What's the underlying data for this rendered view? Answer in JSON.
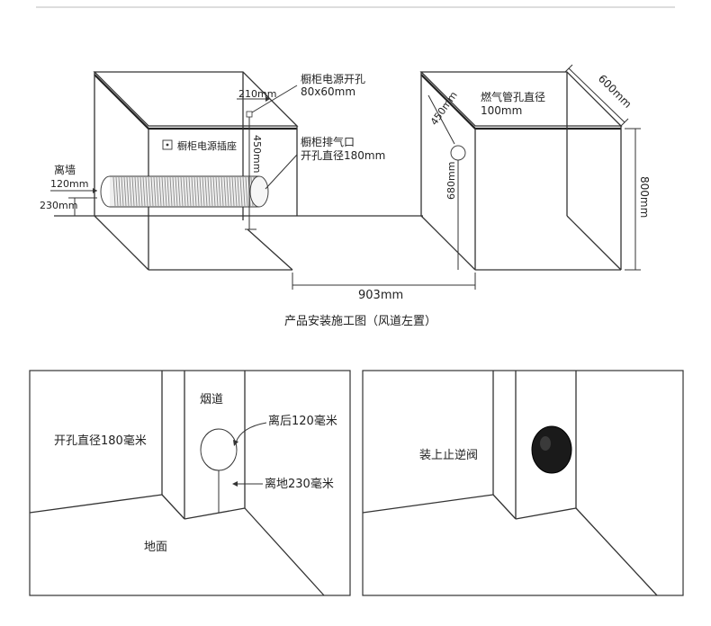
{
  "top": {
    "cabinet_power_hole": "橱柜电源开孔",
    "cabinet_power_hole_size": "80x60mm",
    "dim_210": "210mm",
    "dim_450_vertical": "450mm",
    "cabinet_exhaust": "橱柜排气口",
    "exhaust_hole_dia": "开孔直径180mm",
    "socket_label": "橱柜电源插座",
    "from_wall": "离墙",
    "dim_120": "120mm",
    "dim_230": "230mm",
    "gas_hole": "燃气管孔直径",
    "gas_hole_dia": "100mm",
    "dim_450_diag": "450mm",
    "dim_680": "680mm",
    "dim_600": "600mm",
    "dim_800": "800mm",
    "dim_903": "903mm",
    "caption": "产品安装施工图（风道左置）"
  },
  "left_panel": {
    "flue": "烟道",
    "hole_dia": "开孔直径180毫米",
    "back_120": "离后120毫米",
    "floor_230": "离地230毫米",
    "floor": "地面"
  },
  "right_panel": {
    "valve": "装上止逆阀"
  }
}
